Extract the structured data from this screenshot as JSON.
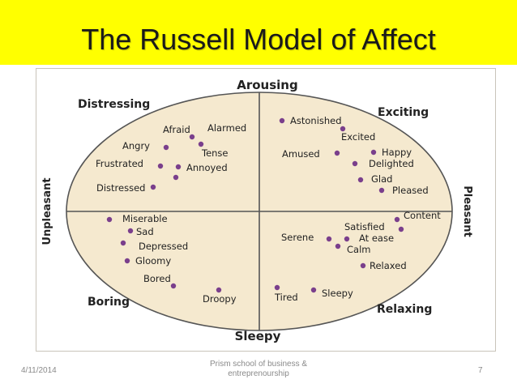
{
  "header": {
    "title": "The Russell Model of Affect",
    "bg_color": "#ffff00"
  },
  "diagram": {
    "fill_color": "#f5e9cf",
    "dot_color": "#7a3f8c",
    "axes": {
      "top": "Arousing",
      "bottom": "Sleepy",
      "left": "Unpleasant",
      "right": "Pleasant"
    },
    "quadrants": {
      "top_left": "Distressing",
      "top_right": "Exciting",
      "bottom_left": "Boring",
      "bottom_right": "Relaxing"
    },
    "emotions": {
      "afraid": "Afraid",
      "alarmed": "Alarmed",
      "angry": "Angry",
      "tense": "Tense",
      "frustrated": "Frustrated",
      "annoyed": "Annoyed",
      "distressed": "Distressed",
      "astonished": "Astonished",
      "excited": "Excited",
      "amused": "Amused",
      "happy": "Happy",
      "delighted": "Delighted",
      "glad": "Glad",
      "pleased": "Pleased",
      "miserable": "Miserable",
      "sad": "Sad",
      "depressed": "Depressed",
      "gloomy": "Gloomy",
      "bored": "Bored",
      "droopy": "Droopy",
      "content": "Content",
      "satisfied": "Satisfied",
      "serene": "Serene",
      "at_ease": "At ease",
      "calm": "Calm",
      "relaxed": "Relaxed",
      "tired": "Tired",
      "sleepy": "Sleepy"
    }
  },
  "footer": {
    "date": "4/11/2014",
    "org_line1": "Prism school of business &",
    "org_line2": "entreprenourship",
    "page": "7"
  }
}
